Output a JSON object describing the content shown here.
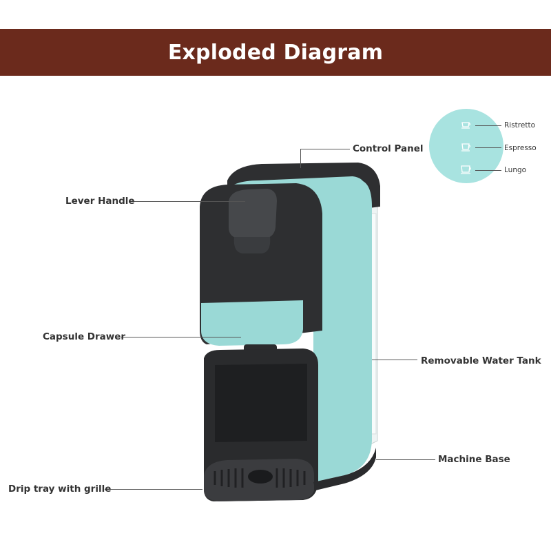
{
  "header": {
    "title": "Exploded Diagram"
  },
  "labels": {
    "control_panel": "Control Panel",
    "lever_handle": "Lever Handle",
    "capsule_drawer": "Capsule Drawer",
    "water_tank": "Removable Water Tank",
    "machine_base": "Machine Base",
    "drip_tray": "Drip tray with grille"
  },
  "control_panel_modes": [
    {
      "label": "Ristretto",
      "icon": "ristretto-cup-icon"
    },
    {
      "label": "Espresso",
      "icon": "espresso-cup-icon"
    },
    {
      "label": "Lungo",
      "icon": "lungo-cup-icon"
    }
  ],
  "colors": {
    "banner": "#6b2a1c",
    "machine_body": "#2e2f31",
    "machine_accent": "#9ad9d6",
    "panel_circle": "#a8e3e0"
  }
}
